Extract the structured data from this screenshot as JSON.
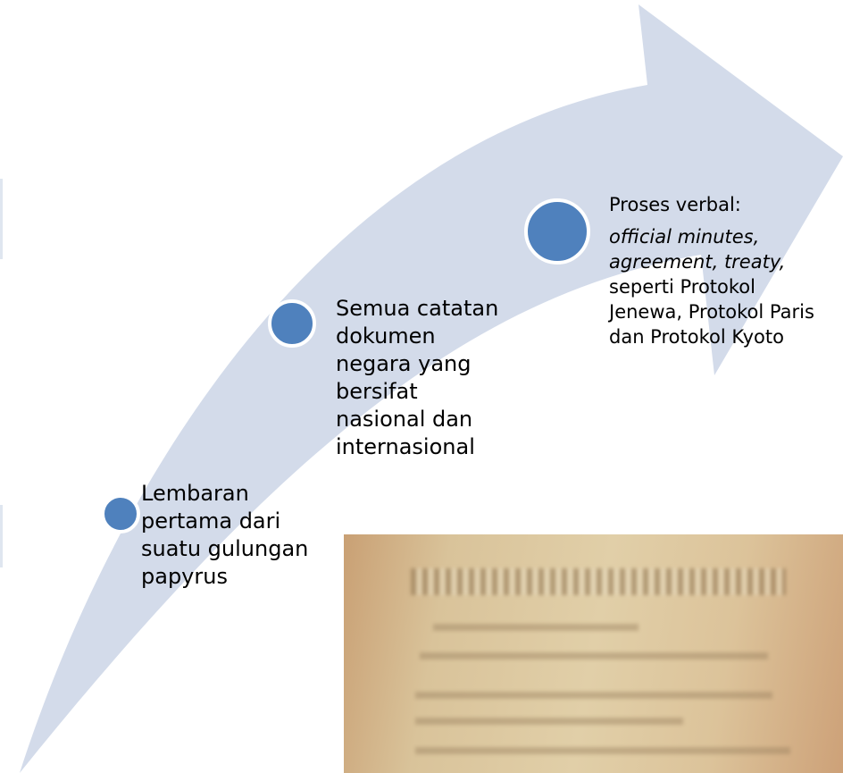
{
  "colors": {
    "arrow_fill": "#d3dbea",
    "dot_fill": "#4f81bd",
    "text": "#000000"
  },
  "steps": [
    {
      "label": "Lembaran pertama dari suatu gulungan papyrus"
    },
    {
      "label": "Semua catatan dokumen negara yang bersifat nasional dan internasional"
    },
    {
      "heading": "Proses verbal:",
      "italic": "official minutes, agreement, treaty,",
      "detail": "seperti Protokol Jenewa, Protokol Paris dan Protokol Kyoto"
    }
  ],
  "image": {
    "subject": "old-document-photo"
  }
}
